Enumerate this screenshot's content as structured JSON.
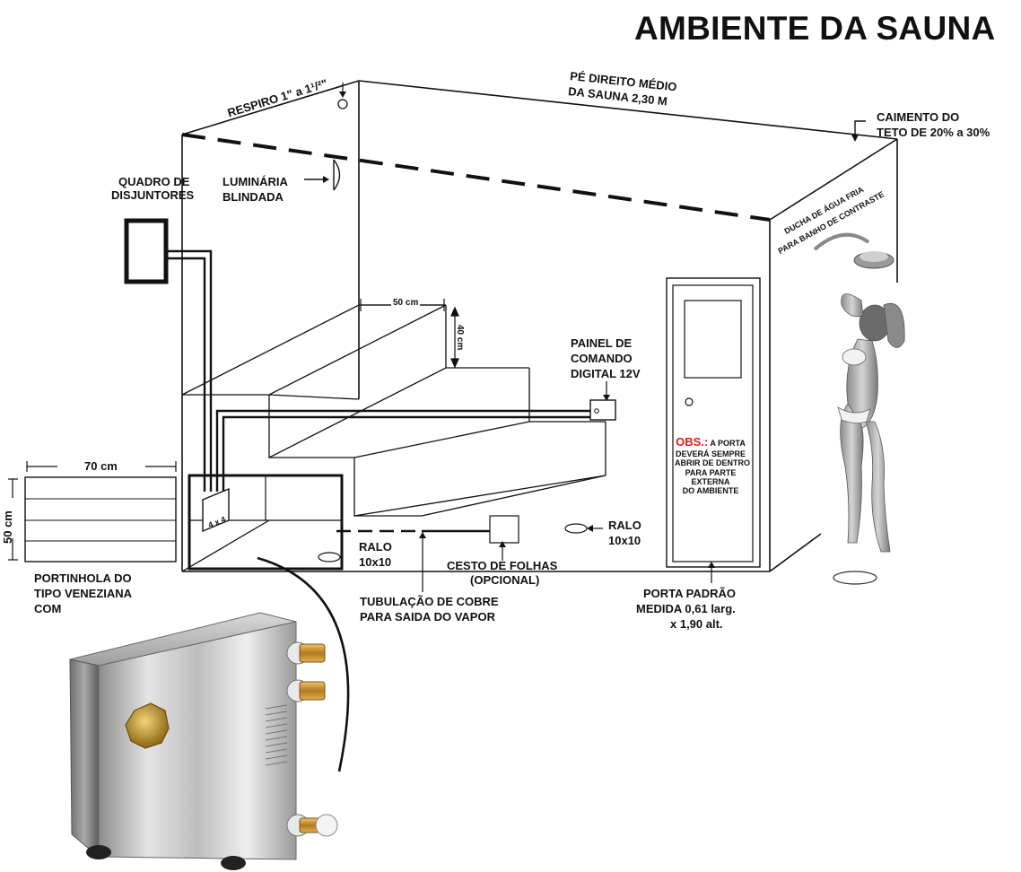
{
  "title": "AMBIENTE DA SAUNA",
  "labels": {
    "respiro": "RESPIRO 1\" a 1¹/²\"",
    "pe_direito_l1": "PÉ DIREITO MÉDIO",
    "pe_direito_l2": "DA SAUNA 2,30 M",
    "caimento_l1": "CAIMENTO DO",
    "caimento_l2": "TETO DE  20% a 30%",
    "quadro_l1": "QUADRO DE",
    "quadro_l2": "DISJUNTORES",
    "luminaria_l1": "LUMINÁRIA",
    "luminaria_l2": "BLINDADA",
    "ducha_l1": "DUCHA DE ÁGUA FRIA",
    "ducha_l2": "PARA BANHO DE CONTRASTE",
    "dim_50cm": "50 cm",
    "dim_40cm": "40 cm",
    "painel_l1": "PAINEL DE",
    "painel_l2": "COMANDO",
    "painel_l3": "DIGITAL 12V",
    "dim_70cm": "70 cm",
    "dim_50cm_vert": "50 cm",
    "breaker_box": "4 x 4",
    "obs_title": "OBS.:",
    "obs_l1": "A PORTA",
    "obs_l2": "DEVERÁ SEMPRE",
    "obs_l3": "ABRIR DE DENTRO",
    "obs_l4": "PARA PARTE",
    "obs_l5": "EXTERNA",
    "obs_l6": "DO AMBIENTE",
    "ralo_right_l1": "RALO",
    "ralo_right_l2": "10x10",
    "ralo_left_l1": "RALO",
    "ralo_left_l2": "10x10",
    "cesto_l1": "CESTO DE FOLHAS",
    "cesto_l2": "(OPCIONAL)",
    "portinhola_l1": "PORTINHOLA DO",
    "portinhola_l2": "TIPO VENEZIANA",
    "portinhola_l3": "COM",
    "tubulacao_l1": "TUBULAÇÃO DE COBRE",
    "tubulacao_l2": "PARA SAIDA DO VAPOR",
    "porta_l1": "PORTA PADRÃO",
    "porta_l2": "MEDIDA 0,61 larg.",
    "porta_l3": "x 1,90 alt."
  },
  "colors": {
    "line": "#111111",
    "obs_accent": "#e21b1b",
    "steel_light": "#e6e6e6",
    "steel_dark": "#7a7a7a",
    "brass": "#c8902e",
    "badge_gold": "#b58a1e"
  }
}
